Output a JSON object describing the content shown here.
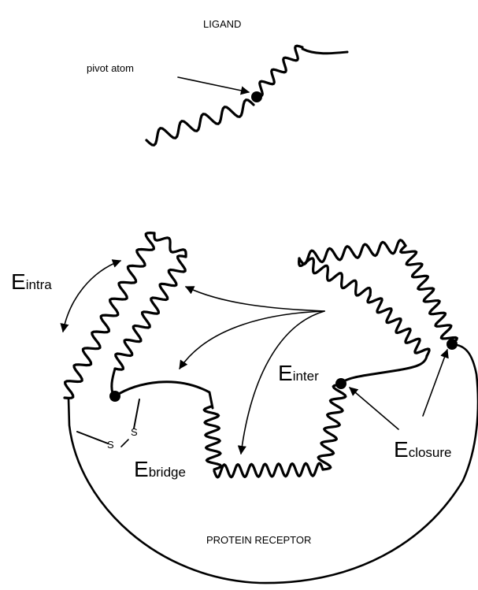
{
  "labels": {
    "ligand": "LIGAND",
    "pivot_atom": "pivot  atom",
    "e_intra_main": "E",
    "e_intra_sub": "intra",
    "e_inter_main": "E",
    "e_inter_sub": "inter",
    "e_bridge_main": "E",
    "e_bridge_sub": "bridge",
    "e_closure_main": "E",
    "e_closure_sub": "closure",
    "sulfur_1": "S",
    "sulfur_2": "S",
    "protein_receptor": "PROTEIN   RECEPTOR"
  }
}
